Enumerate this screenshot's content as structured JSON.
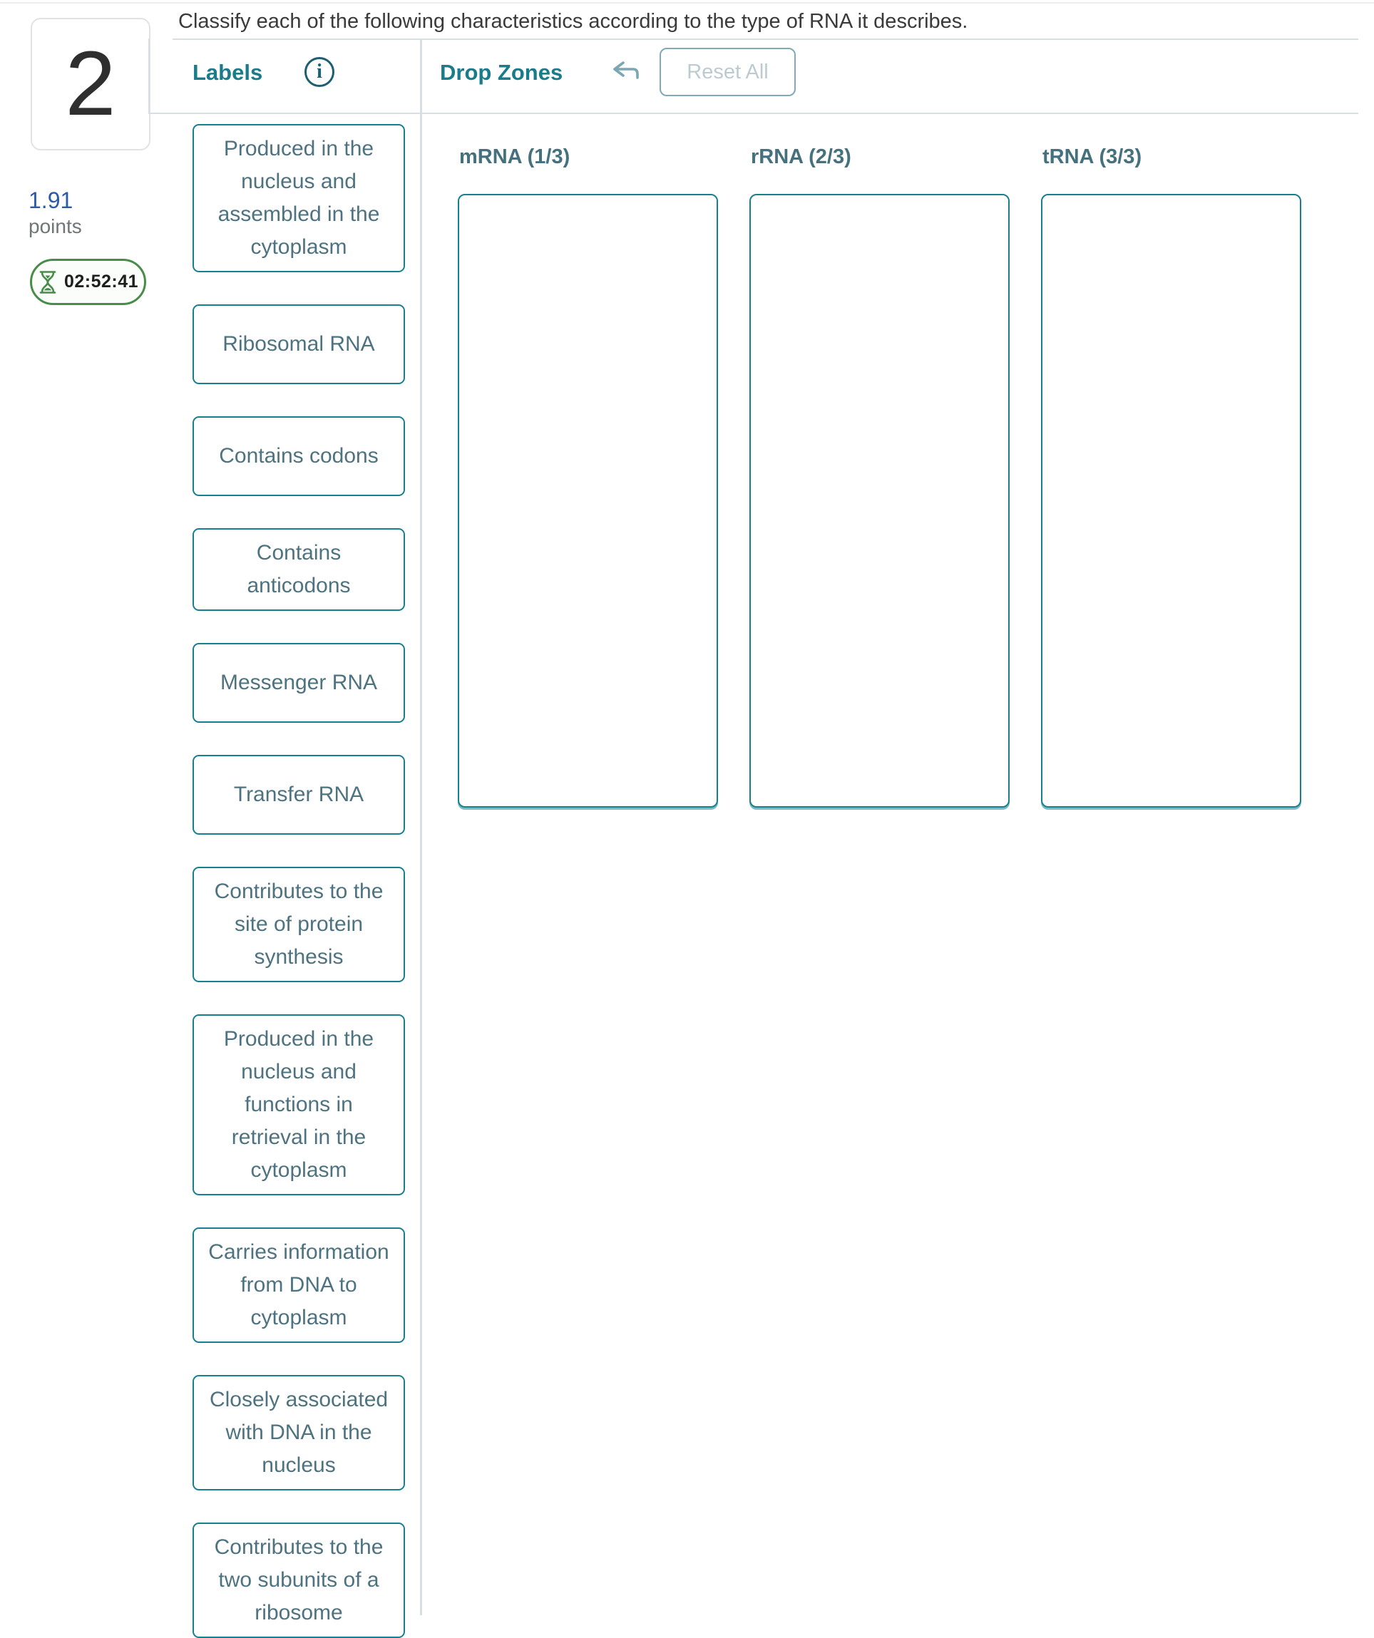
{
  "question": {
    "number": "2",
    "points_value": "1.91",
    "points_label": "points",
    "timer": "02:52:41",
    "prompt": "Classify each of the following characteristics according to the type of RNA it describes."
  },
  "labels_panel": {
    "title": "Labels",
    "items": [
      "Produced in the nucleus and assembled in the cytoplasm",
      "Ribosomal RNA",
      "Contains codons",
      "Contains anticodons",
      "Messenger RNA",
      "Transfer RNA",
      "Contributes to the site of protein synthesis",
      "Produced in the nucleus and functions in retrieval in the cytoplasm",
      "Carries information from DNA to cytoplasm",
      "Closely associated with DNA in the nucleus",
      "Contributes to the two subunits of a ribosome"
    ]
  },
  "drop_zones_panel": {
    "title": "Drop Zones",
    "reset_button_label": "Reset All",
    "zones": [
      {
        "key": "mrna",
        "label": "mRNA (1/3)"
      },
      {
        "key": "rrna",
        "label": "rRNA (2/3)"
      },
      {
        "key": "trna",
        "label": "tRNA (3/3)"
      }
    ]
  },
  "icons": {
    "info": "info-icon",
    "undo": "undo-arrow-icon",
    "hourglass": "hourglass-icon"
  },
  "colors": {
    "teal-header": "#1A7B8A",
    "teal-dark": "#1D5F70",
    "box-border": "#17808F",
    "box-text": "#4E7380",
    "zone-title": "#45707E",
    "divider": "#D8DFE2",
    "question-text": "#3A3A3A",
    "points-blue": "#2B5BA7",
    "gray-text": "#707578",
    "timer-green": "#478C49",
    "timer-text": "#1E1E1E",
    "reset-border": "#7FAAB6",
    "reset-text": "#BCCBD1",
    "card-border": "#E2E2E2",
    "number-text": "#2F2F2F",
    "undo-icon": "#7DA6B3"
  }
}
